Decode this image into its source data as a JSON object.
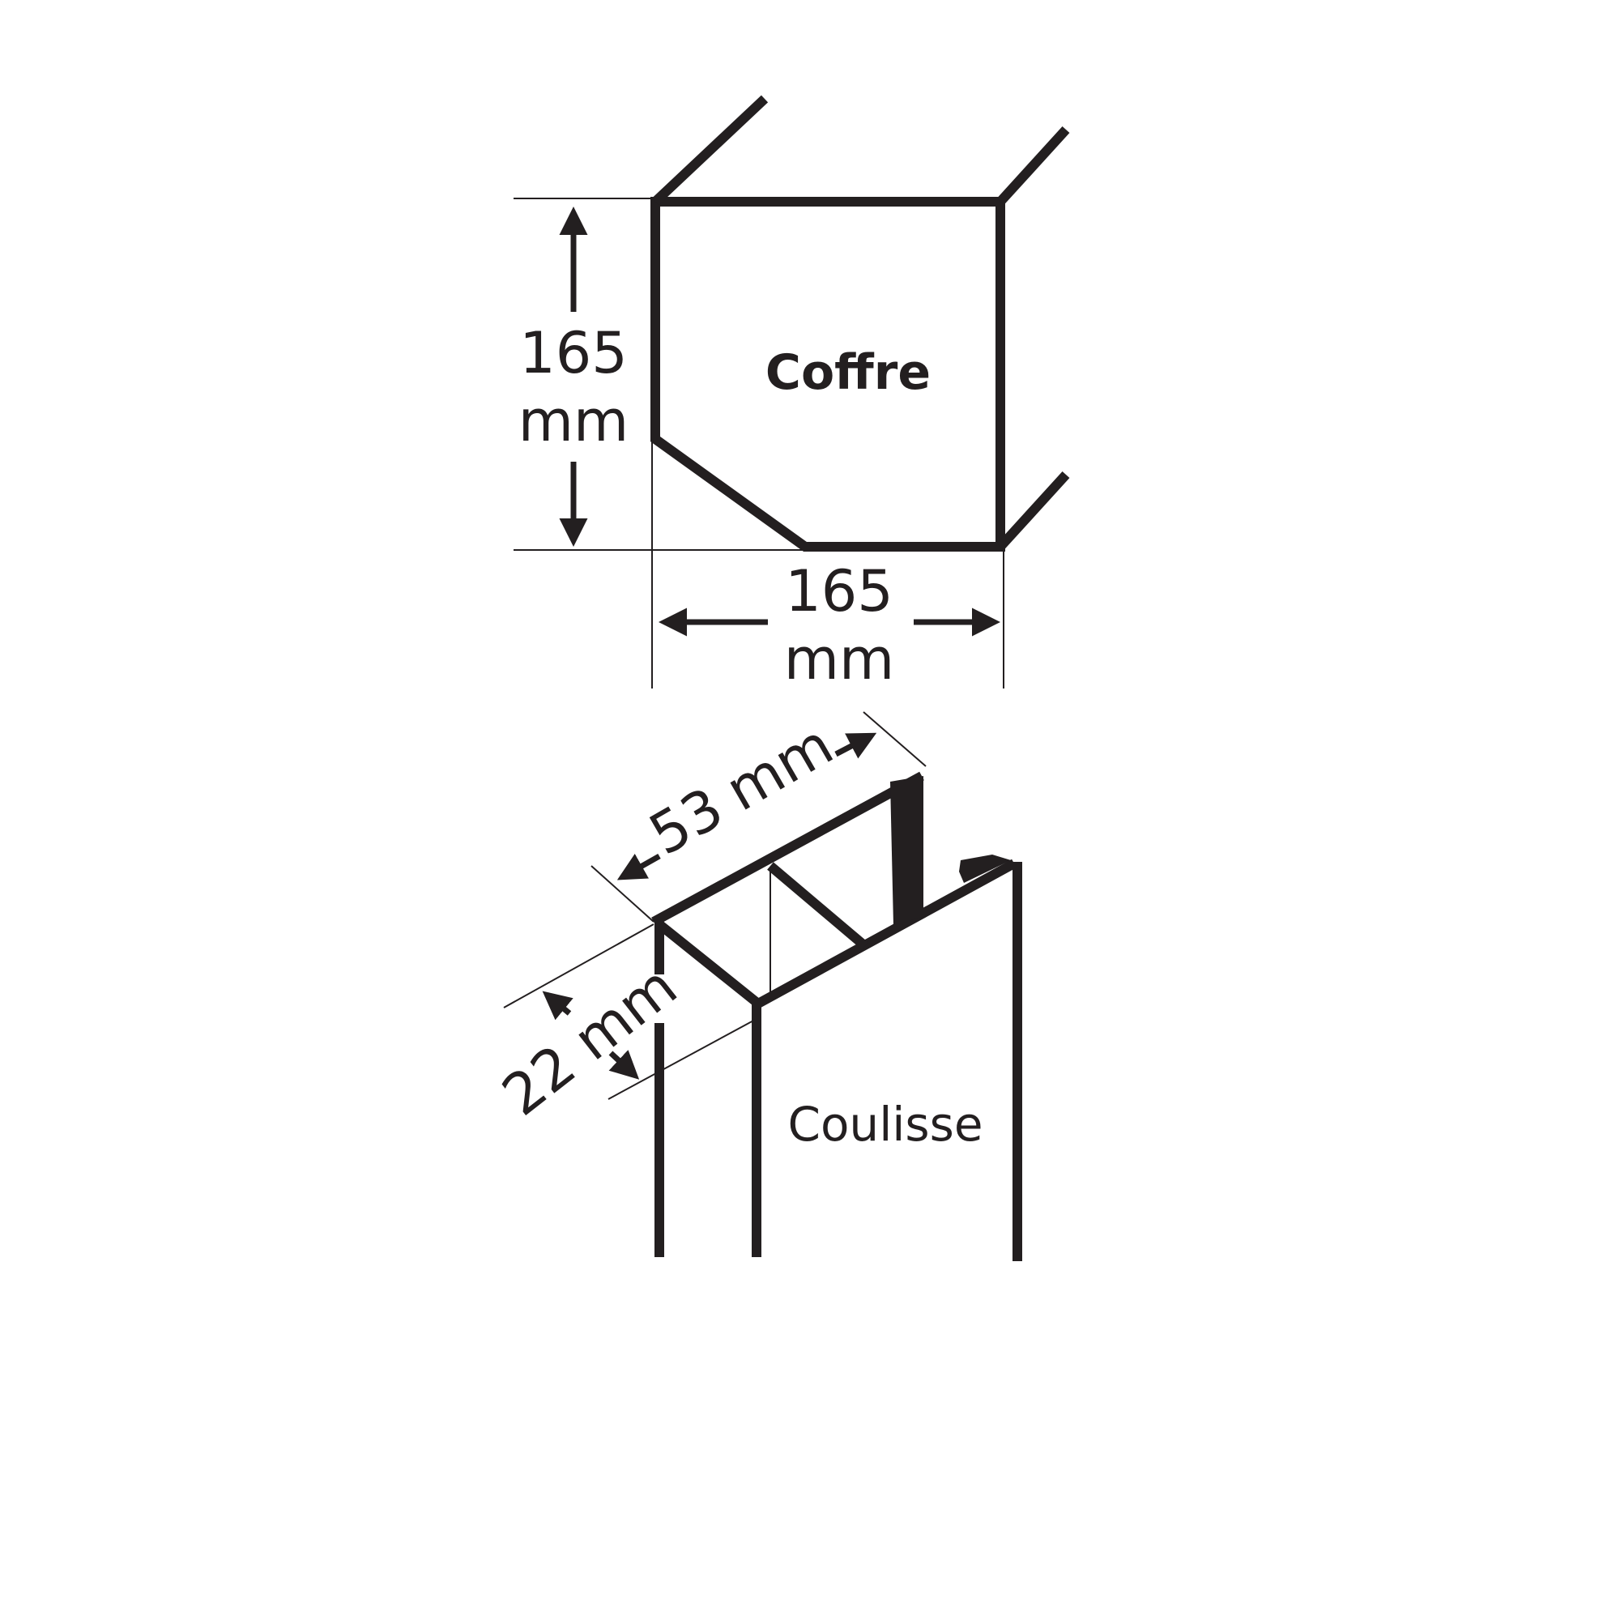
{
  "coffre": {
    "label": "Coffre",
    "height_value": "165",
    "height_unit": "mm",
    "width_value": "165",
    "width_unit": "mm"
  },
  "coulisse": {
    "label": "Coulisse",
    "width_value": "53",
    "width_unit": "mm",
    "depth_label": "22 mm"
  },
  "colors": {
    "line": "#231f20",
    "background": "#ffffff"
  }
}
